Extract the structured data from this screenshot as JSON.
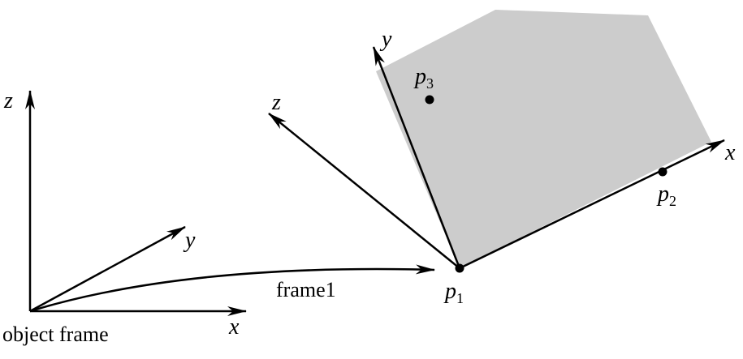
{
  "labels": {
    "object_frame": "object frame",
    "frame1": "frame1",
    "p1": "p",
    "p1_sub": "1",
    "p2": "p",
    "p2_sub": "2",
    "p3": "p",
    "p3_sub": "3"
  },
  "object_frame_axes": {
    "x": "x",
    "y": "y",
    "z": "z"
  },
  "frame1_axes": {
    "x": "x",
    "y": "y",
    "z": "z"
  },
  "colors": {
    "plane_fill": "#cccccc",
    "stroke": "#000000",
    "background": "#ffffff"
  }
}
